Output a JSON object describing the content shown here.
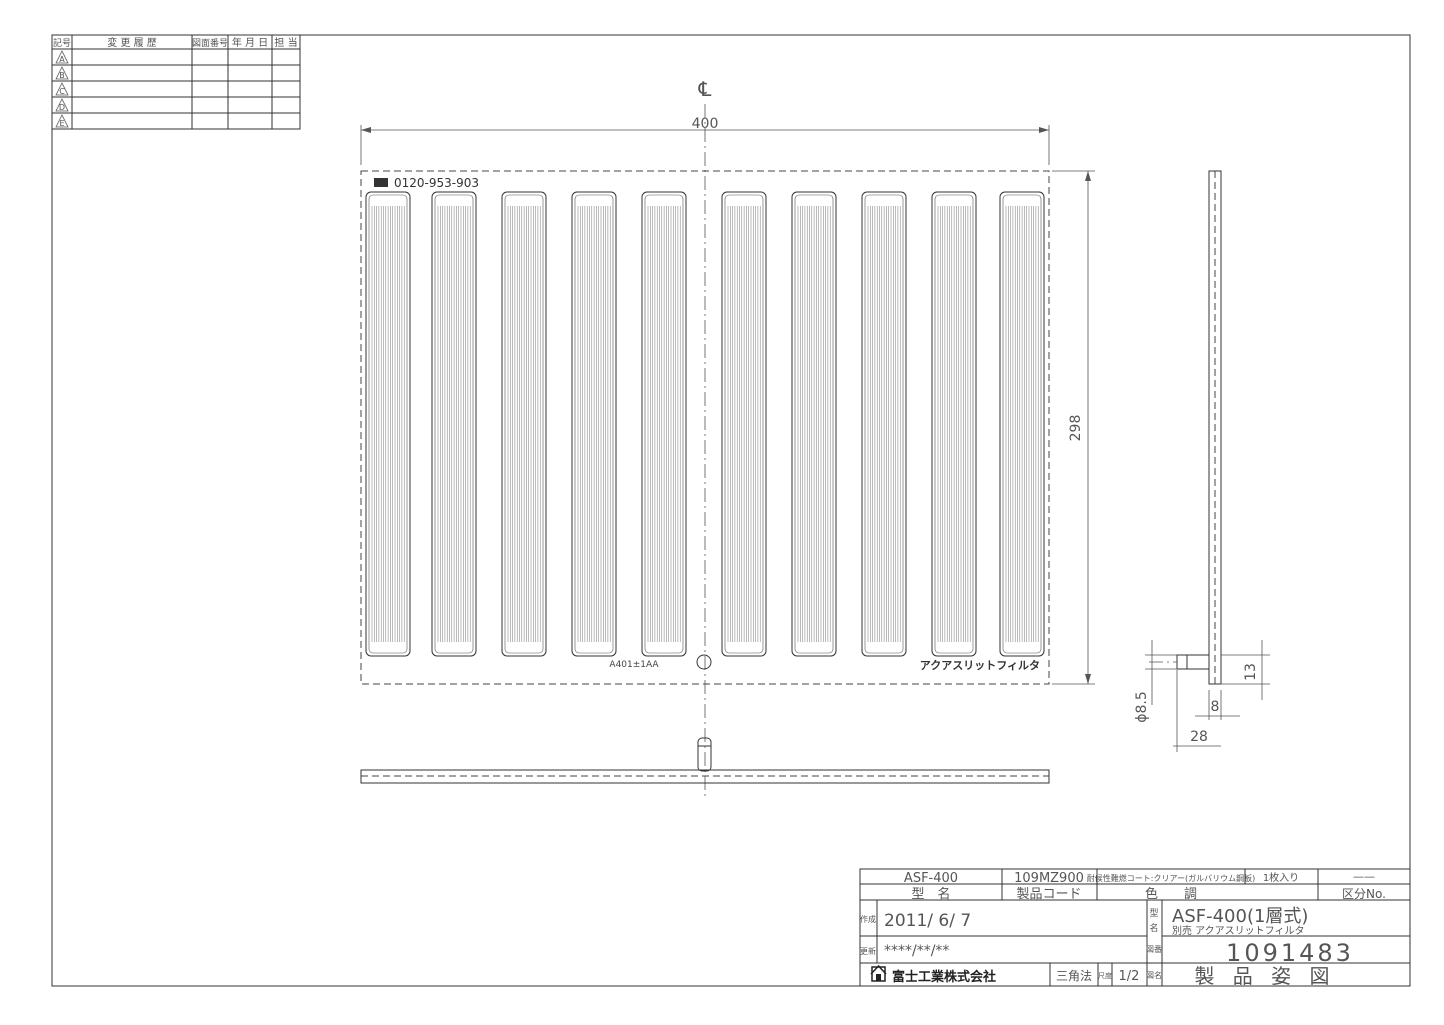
{
  "revision_table": {
    "headers": [
      "記号",
      "変 更 履 歴",
      "図面番号",
      "年 月 日",
      "担 当"
    ],
    "marks": [
      "A",
      "B",
      "C",
      "D",
      "E"
    ]
  },
  "front_view": {
    "centerline_symbol": "℄",
    "width_dim": "400",
    "height_dim": "298",
    "phone": "0120-953-903",
    "phone_icon": "freedial-icon",
    "part_code": "A401±1AA",
    "product_label": "アクアスリットフィルタ",
    "slot_count": 10
  },
  "side_view": {
    "dim_13": "13",
    "dim_8": "8",
    "dim_28": "28",
    "dim_diameter": "ϕ8.5"
  },
  "title_block": {
    "model": "ASF-400",
    "model_label": "型　名",
    "product_code": "109MZ900",
    "product_code_label": "製品コード",
    "color": "耐候性難燃コート:クリアー(ガルバリウム鋼板)",
    "color_label": "色　　調",
    "quantity": "1枚入り",
    "dash": "——",
    "category_label": "区分No.",
    "created_label": "作成",
    "created_date": "2011/ 6/ 7",
    "revised_label": "更新",
    "revised_date": "****/**/**",
    "name_label_1": "型",
    "name_label_2": "名",
    "name_main": "ASF-400(1層式)",
    "name_sub": "別売 アクアスリットフィルタ",
    "drawing_no_label": "図番",
    "drawing_no": "1091483",
    "company": "富士工業株式会社",
    "projection": "三角法",
    "scale_label": "尺度",
    "scale": "1/2",
    "title_label": "図名",
    "drawing_title": "製 品 姿 図",
    "logo_icon": "house-logo-icon"
  }
}
